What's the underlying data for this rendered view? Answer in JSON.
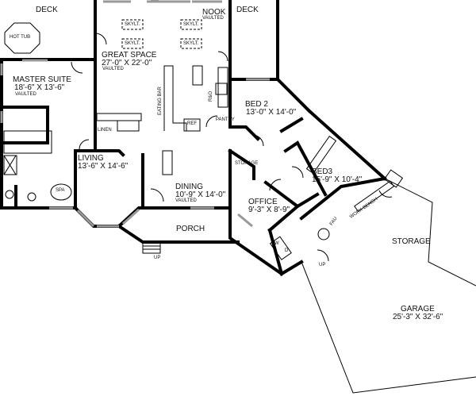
{
  "rooms": {
    "deck_left": {
      "name": "DECK"
    },
    "deck_right": {
      "name": "DECK"
    },
    "hot_tub": {
      "name": "HOT TUB"
    },
    "nook": {
      "name": "NOOK",
      "note": "VAULTED"
    },
    "great_space": {
      "name": "GREAT SPACE",
      "size": "27'-0\" X 22'-0\"",
      "note": "VAULTED"
    },
    "master_suite": {
      "name": "MASTER SUITE",
      "size": "18'-6\" X 13'-6\"",
      "note": "VAULTED"
    },
    "bed2": {
      "name": "BED 2",
      "size": "13'-0\" X 14'-0\""
    },
    "bed3": {
      "name": "BED3",
      "size": "15'-9\" X 10'-4\""
    },
    "living": {
      "name": "LIVING",
      "size": "13'-6\" X 14'-6\""
    },
    "dining": {
      "name": "DINING",
      "size": "10'-9\" X 14'-0\"",
      "note": "VAULTED"
    },
    "office": {
      "name": "OFFICE",
      "size": "9'-3\" X 8'-9\""
    },
    "porch": {
      "name": "PORCH"
    },
    "storage_small": {
      "name": "STORAGE"
    },
    "storage_garage": {
      "name": "STORAGE"
    },
    "garage": {
      "name": "GARAGE",
      "size": "25'-3\" X 32'-6\""
    }
  },
  "fixtures": {
    "skylights": [
      "SKYLT.",
      "SKYLT.",
      "SKYLT.",
      "SKYLT."
    ],
    "eating_bar": "EATING BAR",
    "ref": "REF",
    "pantry": "PANTRY",
    "ro": "R&O",
    "linen": "LINEN",
    "spa": "SPA",
    "work_bench": "WORK BENCH",
    "fau": "FAU",
    "washer": "W",
    "dryer": "D",
    "up_porch": "UP",
    "up_garage": "UP"
  }
}
